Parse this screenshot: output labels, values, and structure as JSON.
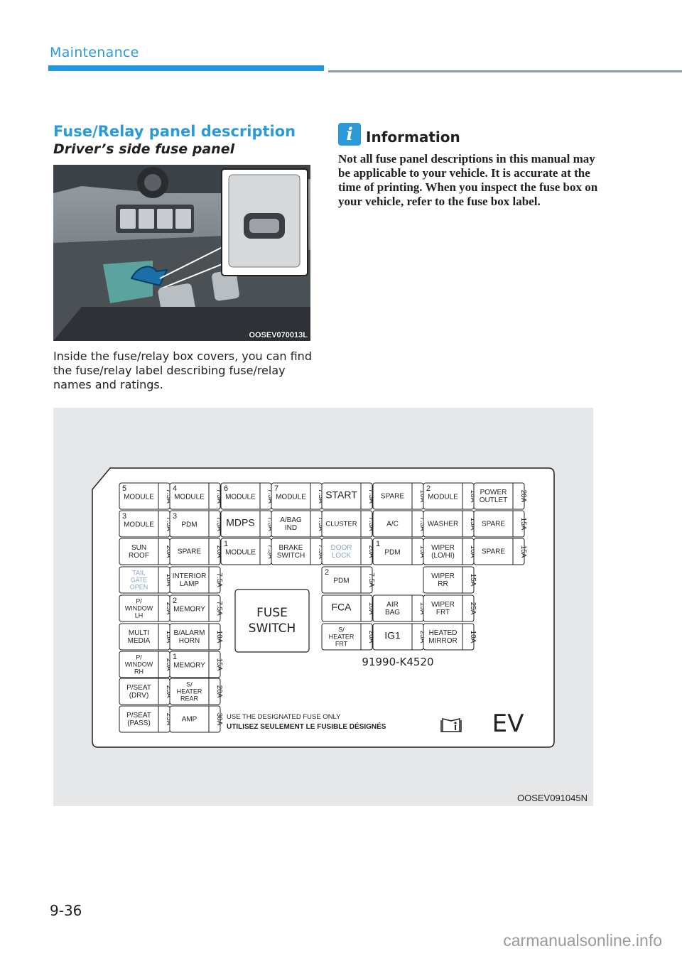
{
  "header": {
    "section": "Maintenance",
    "colors": {
      "accent": "#2196e0",
      "rule_gray": "#8c9aa4",
      "heading": "#2c9ad6"
    }
  },
  "content": {
    "heading": "Fuse/Relay panel description",
    "subheading": "Driver’s side fuse panel",
    "photo_code": "OOSEV070013L",
    "body": "Inside the fuse/relay box covers, you can find the fuse/relay label describing fuse/relay names and ratings."
  },
  "info": {
    "icon": "info-icon",
    "title": "Information",
    "text": "Not all fuse panel descriptions in this manual may be applicable to your vehicle. It is accurate at the time of printing. When you inspect the fuse box on your vehicle, refer to the fuse box label."
  },
  "fuse_label": {
    "code": "OOSEV091045N",
    "part_number": "91990-K4520",
    "center_label": [
      "FUSE",
      "SWITCH"
    ],
    "notice_en": "USE THE DESIGNATED FUSE ONLY",
    "notice_fr": "UTILISEZ SEULEMENT LE FUSIBLE DÉSIGNÉS",
    "vehicle": "EV",
    "manual_icon": "manual-icon",
    "cells": [
      {
        "num": "5",
        "label": "MODULE",
        "rating": "7.5A"
      },
      {
        "num": "4",
        "label": "MODULE",
        "rating": "7.5A"
      },
      {
        "num": "6",
        "label": "MODULE",
        "rating": "7.5A"
      },
      {
        "num": "7",
        "label": "MODULE",
        "rating": "7.5A"
      },
      {
        "num": "",
        "label": "START",
        "rating": "7.5A"
      },
      {
        "num": "",
        "label": "SPARE",
        "rating": "10A"
      },
      {
        "num": "2",
        "label": "MODULE",
        "rating": "10A"
      },
      {
        "num": "",
        "label": "POWER OUTLET",
        "rating": "20A"
      },
      {
        "num": "3",
        "label": "MODULE",
        "rating": "7.5A"
      },
      {
        "num": "3",
        "label": "PDM",
        "rating": "7.5A"
      },
      {
        "num": "",
        "label": "MDPS",
        "rating": "7.5A"
      },
      {
        "num": "",
        "label": "A/BAG IND",
        "rating": "7.5A"
      },
      {
        "num": "",
        "label": "CLUSTER",
        "rating": "7.5A"
      },
      {
        "num": "",
        "label": "A/C",
        "rating": "7.5A"
      },
      {
        "num": "",
        "label": "WASHER",
        "rating": "15A"
      },
      {
        "num": "",
        "label": "SPARE",
        "rating": "15A"
      },
      {
        "num": "",
        "label": "SUN ROOF",
        "rating": "20A"
      },
      {
        "num": "",
        "label": "SPARE",
        "rating": "20A"
      },
      {
        "num": "1",
        "label": "MODULE",
        "rating": "7.5A"
      },
      {
        "num": "",
        "label": "BRAKE SWITCH",
        "rating": "7.5A"
      },
      {
        "num": "",
        "label": "DOOR LOCK",
        "rating": "20A"
      },
      {
        "num": "1",
        "label": "PDM",
        "rating": "15A"
      },
      {
        "num": "",
        "label": "WIPER (LO/HI)",
        "rating": "10A"
      },
      {
        "num": "",
        "label": "SPARE",
        "rating": "15A"
      },
      {
        "num": "",
        "label": "TAIL GATE OPEN",
        "rating": "10A"
      },
      {
        "num": "",
        "label": "INTERIOR LAMP",
        "rating": "7.5A"
      },
      {
        "num": "2",
        "label": "PDM",
        "rating": "7.5A"
      },
      {
        "num": "",
        "label": "WIPER RR",
        "rating": "15A"
      },
      {
        "num": "",
        "label": "P/ WINDOW LH",
        "rating": "25A"
      },
      {
        "num": "2",
        "label": "MEMORY",
        "rating": "7.5A"
      },
      {
        "num": "",
        "label": "FCA",
        "rating": "10A"
      },
      {
        "num": "",
        "label": "AIR BAG",
        "rating": "15A"
      },
      {
        "num": "",
        "label": "WIPER FRT",
        "rating": "25A"
      },
      {
        "num": "",
        "label": "MULTI MEDIA",
        "rating": "15A"
      },
      {
        "num": "",
        "label": "B/ALARM HORN",
        "rating": "10A"
      },
      {
        "num": "",
        "label": "S/ HEATER FRT",
        "rating": "20A"
      },
      {
        "num": "",
        "label": "IG1",
        "rating": "25A"
      },
      {
        "num": "",
        "label": "HEATED MIRROR",
        "rating": "10A"
      },
      {
        "num": "",
        "label": "P/ WINDOW RH",
        "rating": "25A"
      },
      {
        "num": "1",
        "label": "MEMORY",
        "rating": "15A"
      },
      {
        "num": "",
        "label": "P/SEAT (DRV)",
        "rating": "25A"
      },
      {
        "num": "",
        "label": "S/ HEATER REAR",
        "rating": "20A"
      },
      {
        "num": "",
        "label": "P/SEAT (PASS)",
        "rating": "25A"
      },
      {
        "num": "",
        "label": "AMP",
        "rating": "30A"
      }
    ]
  },
  "footer": {
    "page": "9-36",
    "watermark": "carmanualsonline.info"
  }
}
